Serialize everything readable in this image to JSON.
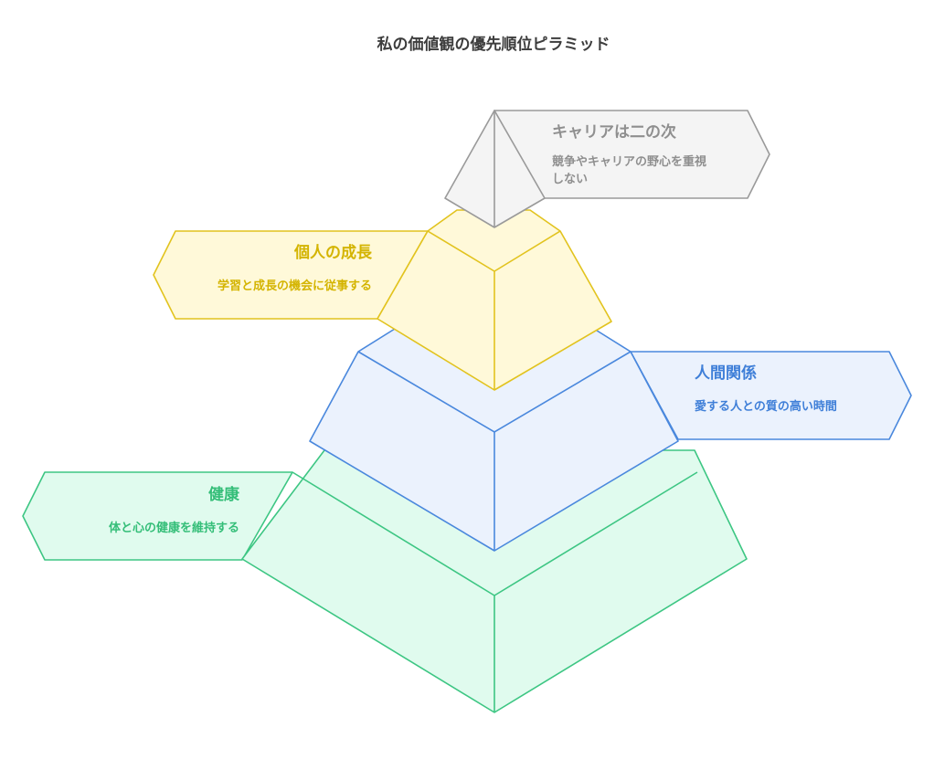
{
  "title": "私の価値観の優先順位ピラミッド",
  "levels": [
    {
      "key": "career",
      "title": "キャリアは二の次",
      "desc_lines": [
        "競争やキャリアの野心を重視",
        "しない"
      ],
      "stroke": "#9a9a9a",
      "fill": "#f4f4f4",
      "text_title": "#8f8f8f",
      "text_desc": "#8f8f8f"
    },
    {
      "key": "growth",
      "title": "個人の成長",
      "desc_lines": [
        "学習と成長の機会に従事する"
      ],
      "stroke": "#e2c31e",
      "fill": "#fff9d9",
      "text_title": "#d4b400",
      "text_desc": "#d4b400"
    },
    {
      "key": "relationships",
      "title": "人間関係",
      "desc_lines": [
        "愛する人との質の高い時間"
      ],
      "stroke": "#4a88dd",
      "fill": "#ebf2fd",
      "text_title": "#3f7fd8",
      "text_desc": "#3f7fd8"
    },
    {
      "key": "health",
      "title": "健康",
      "desc_lines": [
        "体と心の健康を維持する"
      ],
      "stroke": "#3dc683",
      "fill": "#e0fbee",
      "text_title": "#34be78",
      "text_desc": "#34be78"
    }
  ]
}
